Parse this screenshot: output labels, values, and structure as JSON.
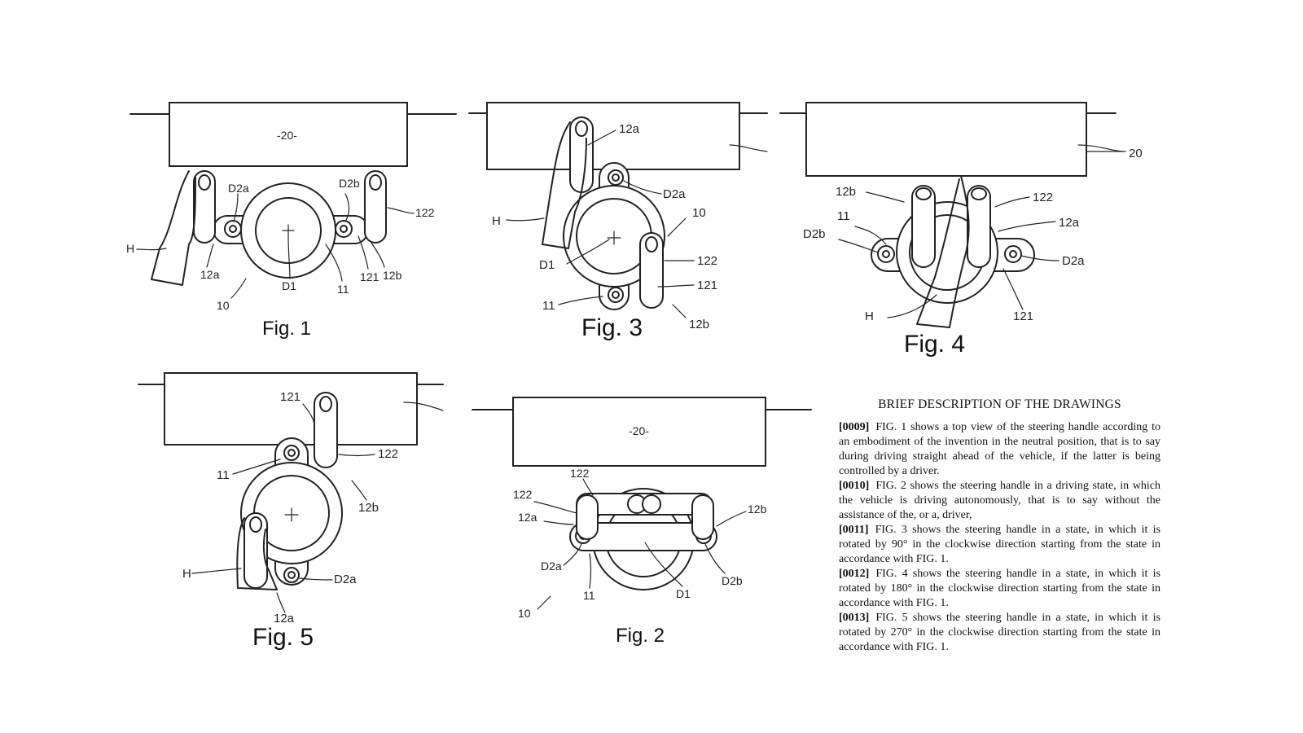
{
  "figures": {
    "fig1": {
      "caption": "Fig. 1",
      "labels": {
        "housing": "-20-",
        "handle_a": "12a",
        "handle_b": "12b",
        "pivot_a": "D2a",
        "pivot_b": "D2b",
        "bar": "122",
        "hand": "H",
        "center_axis": "D1",
        "arm": "11",
        "link": "121",
        "device": "10"
      }
    },
    "fig2": {
      "caption": "Fig. 2",
      "labels": {
        "housing": "-20-",
        "bar": "122",
        "bar_b": "122",
        "handle_a": "12a",
        "handle_b": "12b",
        "pivot_a": "D2a",
        "pivot_b": "D2b",
        "arm": "11",
        "center_axis": "D1",
        "device": "10"
      }
    },
    "fig3": {
      "caption": "Fig. 3",
      "labels": {
        "handle_a": "12a",
        "pivot_a": "D2a",
        "device": "10",
        "hand": "H",
        "center_axis": "D1",
        "bar": "122",
        "link": "121",
        "arm": "11",
        "handle_b": "12b"
      }
    },
    "fig4": {
      "caption": "Fig. 4",
      "labels": {
        "housing": "20",
        "handle_b": "12b",
        "bar": "122",
        "arm": "11",
        "handle_a": "12a",
        "pivot_b": "D2b",
        "pivot_a": "D2a",
        "hand": "H",
        "link": "121"
      }
    },
    "fig5": {
      "caption": "Fig. 5",
      "labels": {
        "link": "121",
        "bar": "122",
        "arm": "11",
        "handle_b": "12b",
        "hand": "H",
        "pivot_a": "D2a",
        "handle_a": "12a"
      }
    }
  },
  "description": {
    "heading": "BRIEF DESCRIPTION OF THE DRAWINGS",
    "paragraphs": [
      {
        "num": "[0009]",
        "text": "FIG. 1 shows a top view of the steering handle according to an embodiment of the invention in the neutral position, that is to say during driving straight ahead of the vehicle, if the latter is being controlled by a driver."
      },
      {
        "num": "[0010]",
        "text": "FIG. 2 shows the steering handle in a driving state, in which the vehicle is driving autonomously, that is to say without the assistance of the, or a, driver,"
      },
      {
        "num": "[0011]",
        "text": "FIG. 3 shows the steering handle in a state, in which it is rotated by 90° in the clockwise direction starting from the state in accordance with FIG. 1."
      },
      {
        "num": "[0012]",
        "text": "FIG. 4 shows the steering handle in a state, in which it is rotated by 180° in the clockwise direction starting from the state in accordance with FIG. 1."
      },
      {
        "num": "[0013]",
        "text": "FIG. 5 shows the steering handle in a state, in which it is rotated by 270° in the clockwise direction starting from the state in accordance with FIG. 1."
      }
    ]
  }
}
